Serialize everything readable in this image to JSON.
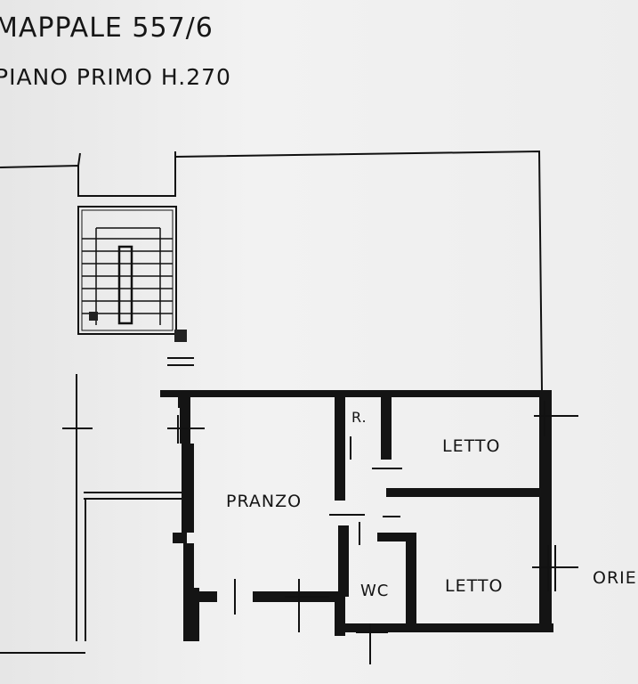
{
  "header": {
    "line1": "MAPPALE 557/6",
    "line2": "PIANO PRIMO H.270"
  },
  "rooms": {
    "pranzo": "PRANZO",
    "ripostiglio": "R.",
    "letto_top": "LETTO",
    "letto_bottom": "LETTO",
    "wc": "WC"
  },
  "orientation_label": "ORIE"
}
